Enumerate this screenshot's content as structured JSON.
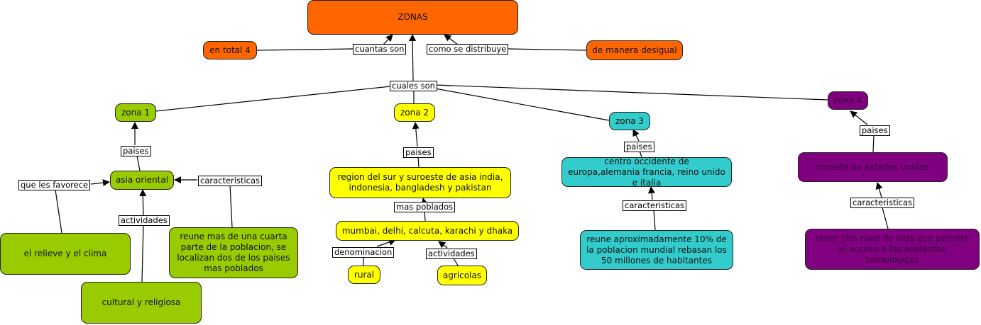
{
  "colors": {
    "orange": "#ff6600",
    "green": "#99cc00",
    "yellow": "#ffff00",
    "teal": "#33cccc",
    "purple": "#800080",
    "line": "#000000"
  },
  "nodes": {
    "root": "ZONAS",
    "total": "en total 4",
    "desigual": "de manera desigual",
    "zona1": "zona 1",
    "asia_oriental": "asia oriental",
    "relieve": "el relieve y el clima",
    "cultural": "cultural y religiosa",
    "reune1": "reune mas de una cuarta parte de la poblacion, se localizan dos de los paises mas poblados",
    "zona2": "zona 2",
    "region_sur": "region del sur y suroeste de asia india, indonesia, bangladesh y pakistan",
    "ciudades": "mumbai, delhi, calcuta, karachi y dhaka",
    "rural": "rural",
    "agricolas": "agricolas",
    "zona3": "zona 3",
    "europa": "centro occidente de europa,alemania francia, reino unido e italia",
    "reune3": "reune aproximadamente 10% de la poblacion mundial rebasan los 50 millones de habitantes",
    "zona4": "zona 4",
    "noreste": "noreste de estados unidos",
    "alto_nivel": "tener alto nivel de vida que permite el acceso a los adelantos tecnologicos"
  },
  "links": {
    "cuantas_son": "cuantas son",
    "como_se_distribuye": "como se distribuye",
    "cuales_son": "cuales son",
    "z1_paises": "paises",
    "z1_favorece": "que les favorece",
    "z1_caracteristicas": "caracteristicas",
    "z1_actividades": "actividades",
    "z2_paises": "paises",
    "z2_mas_poblados": "mas poblados",
    "z2_denominacion": "denominacion",
    "z2_actividades": "actividades",
    "z3_paises": "paises",
    "z3_caracteristicas": "caracteristicas",
    "z4_paises": "paises",
    "z4_caracteristicas": "caracteristicas"
  }
}
